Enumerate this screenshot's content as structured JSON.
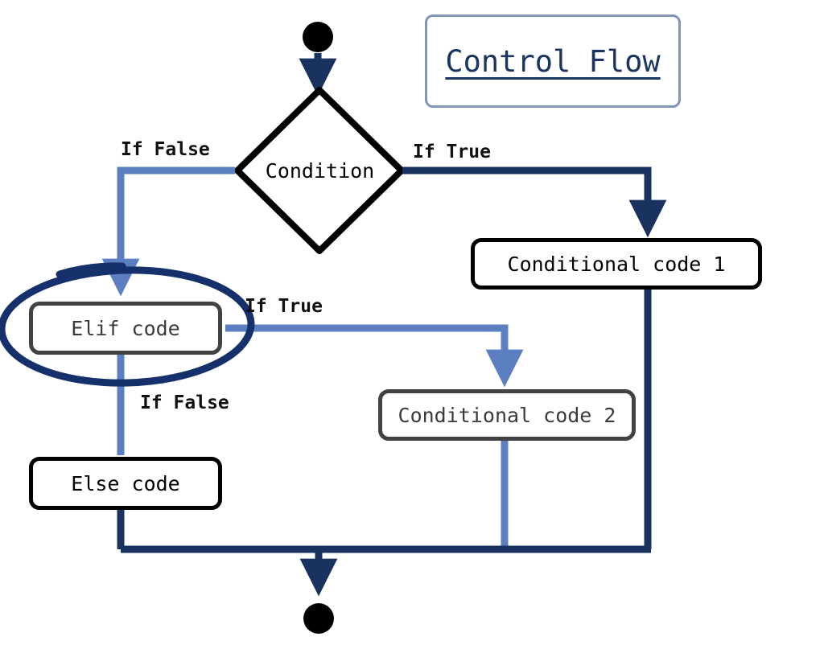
{
  "title": {
    "text": "Control Flow",
    "color": "#1c3461",
    "border_color": "#8294b8"
  },
  "colors": {
    "background": "#ffffff",
    "navy": "#1a3260",
    "medium_blue": "#5b7fc0",
    "black": "#000000",
    "gray_border": "#424242",
    "highlight_ellipse": "#16306b"
  },
  "nodes": [
    {
      "id": "start",
      "type": "start-circle",
      "label": "",
      "shape": "circle",
      "color": "#000000"
    },
    {
      "id": "condition",
      "type": "decision",
      "label": "Condition",
      "shape": "diamond",
      "border": "#000000"
    },
    {
      "id": "conditional-code-1",
      "type": "process",
      "label": "Conditional code 1",
      "shape": "rounded-rect",
      "border": "#000000"
    },
    {
      "id": "elif-code",
      "type": "process",
      "label": "Elif code",
      "shape": "rounded-rect",
      "border": "#424242",
      "highlighted": true
    },
    {
      "id": "conditional-code-2",
      "type": "process",
      "label": "Conditional code 2",
      "shape": "rounded-rect",
      "border": "#424242"
    },
    {
      "id": "else-code",
      "type": "process",
      "label": "Else code",
      "shape": "rounded-rect",
      "border": "#000000"
    },
    {
      "id": "end",
      "type": "end-circle",
      "label": "",
      "shape": "circle",
      "color": "#000000"
    }
  ],
  "edges": [
    {
      "id": "start-to-condition",
      "from": "start",
      "to": "condition",
      "label": "",
      "color": "#1a3260"
    },
    {
      "id": "condition-true",
      "from": "condition",
      "to": "conditional-code-1",
      "label": "If True",
      "color": "#1a3260"
    },
    {
      "id": "condition-false",
      "from": "condition",
      "to": "elif-code",
      "label": "If False",
      "color": "#5b7fc0"
    },
    {
      "id": "elif-true",
      "from": "elif-code",
      "to": "conditional-code-2",
      "label": "If True",
      "color": "#5b7fc0"
    },
    {
      "id": "elif-false",
      "from": "elif-code",
      "to": "else-code",
      "label": "If False",
      "color": "#5b7fc0"
    },
    {
      "id": "code1-to-merge",
      "from": "conditional-code-1",
      "to": "merge",
      "label": "",
      "color": "#1a3260"
    },
    {
      "id": "code2-to-merge",
      "from": "conditional-code-2",
      "to": "merge",
      "label": "",
      "color": "#5b7fc0"
    },
    {
      "id": "else-to-merge",
      "from": "else-code",
      "to": "merge",
      "label": "",
      "color": "#1a3260"
    },
    {
      "id": "merge-to-end",
      "from": "merge",
      "to": "end",
      "label": "",
      "color": "#1a3260"
    }
  ],
  "labels": {
    "if_false_top": "If False",
    "if_true_top": "If True",
    "if_true_mid": "If True",
    "if_false_mid": "If False"
  }
}
